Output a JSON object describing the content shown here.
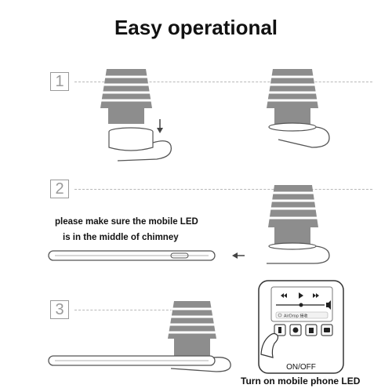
{
  "title": "Easy operational",
  "steps": [
    {
      "number": "1"
    },
    {
      "number": "2"
    },
    {
      "number": "3"
    }
  ],
  "step2_note": {
    "line1": "please make sure the mobile LED",
    "line2": "is in the middle of chimney"
  },
  "phone_panel": {
    "airdrop_label": "AirDrop 接收",
    "onoff_label": "ON/OFF"
  },
  "step3_caption": "Turn on mobile phone LED",
  "colors": {
    "lamp_gray": "#8d8d8d",
    "outline": "#555555",
    "divider": "#b8b8b8"
  }
}
